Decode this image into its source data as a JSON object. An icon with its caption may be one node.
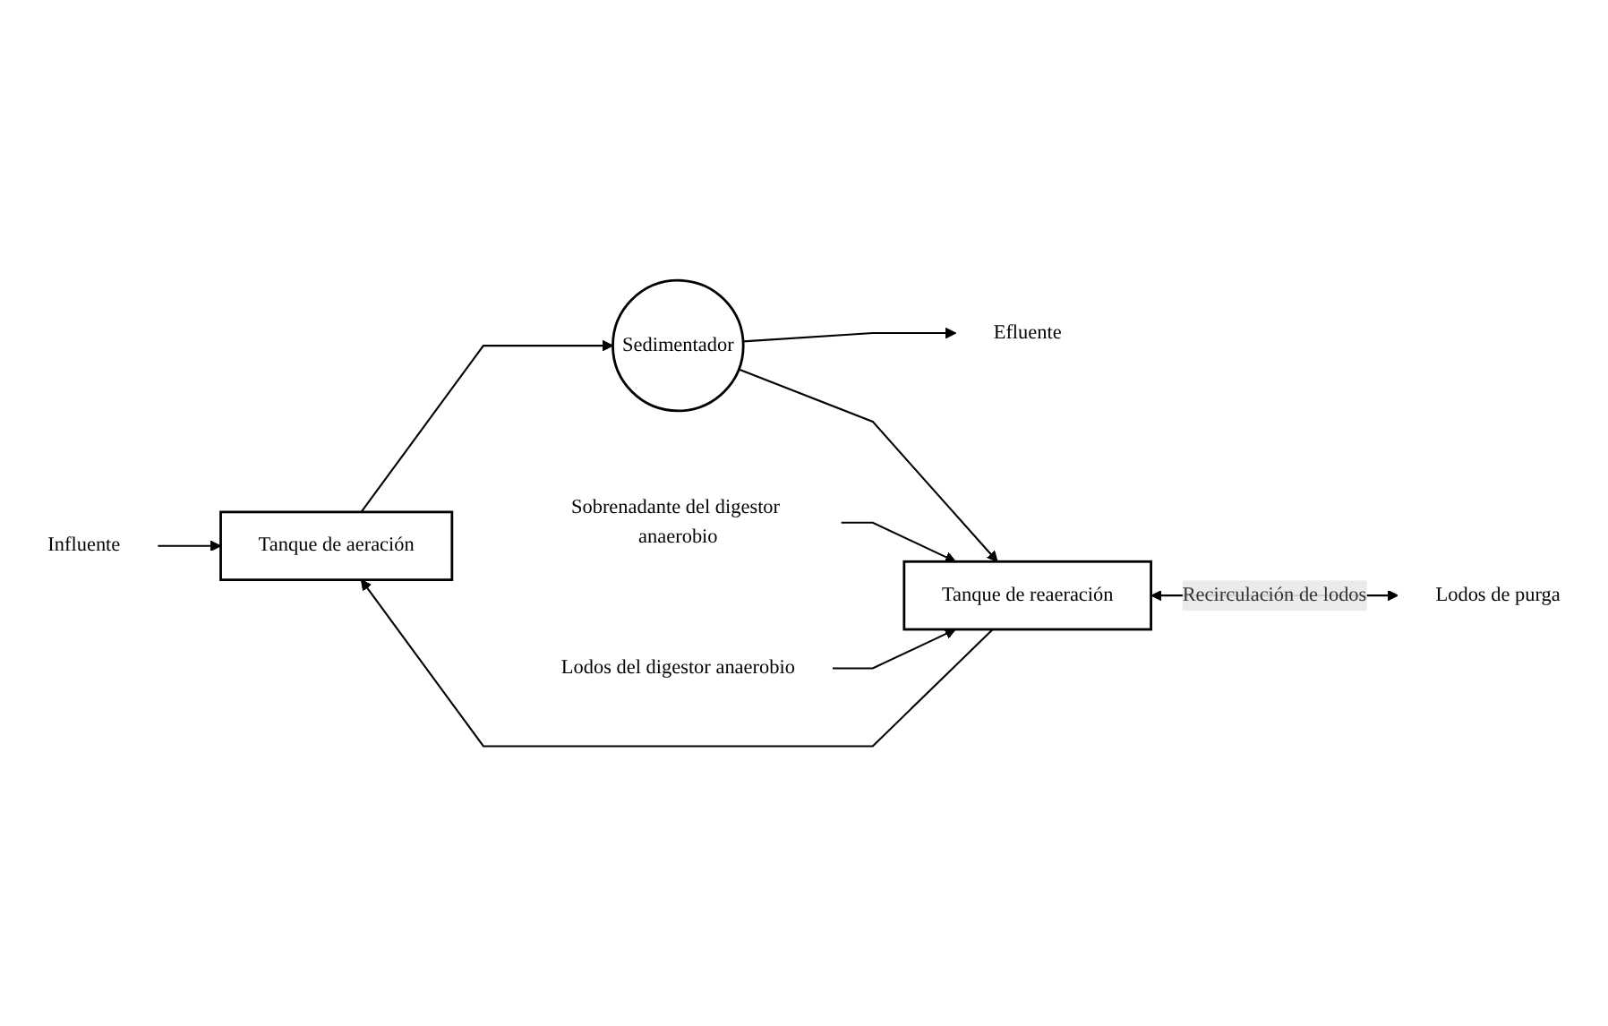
{
  "diagram": {
    "nodes": [
      {
        "text": [
          "Influente"
        ]
      },
      {
        "text": [
          "Tanque de aeración"
        ]
      },
      {
        "text": [
          "Sedimentador"
        ]
      },
      {
        "text": [
          "Efluente"
        ]
      },
      {
        "text": [
          "Lodos de purga"
        ]
      },
      {
        "text": [
          "Tanque de reaeración"
        ]
      },
      {
        "text": [
          "Sobrenadante del digestor anaerobio"
        ]
      },
      {
        "text": [
          "Lodos del digestor anaerobio"
        ]
      }
    ],
    "edges": [
      {
        "from": 0,
        "to": 1,
        "arrow": "to"
      },
      {
        "from": 1,
        "to": 2,
        "arrow": "to"
      },
      {
        "from": 2,
        "to": 3,
        "arrow": "to"
      },
      {
        "from": 5,
        "to": 4,
        "label": "Recirculación de lodos",
        "arrow": "both"
      },
      {
        "from": 2,
        "to": 5,
        "arrow": "to"
      },
      {
        "from": 5,
        "to": 1,
        "arrow": "to"
      },
      {
        "from": 6,
        "to": 5,
        "arrow": "to"
      },
      {
        "from": 7,
        "to": 5,
        "arrow": "to"
      }
    ]
  }
}
